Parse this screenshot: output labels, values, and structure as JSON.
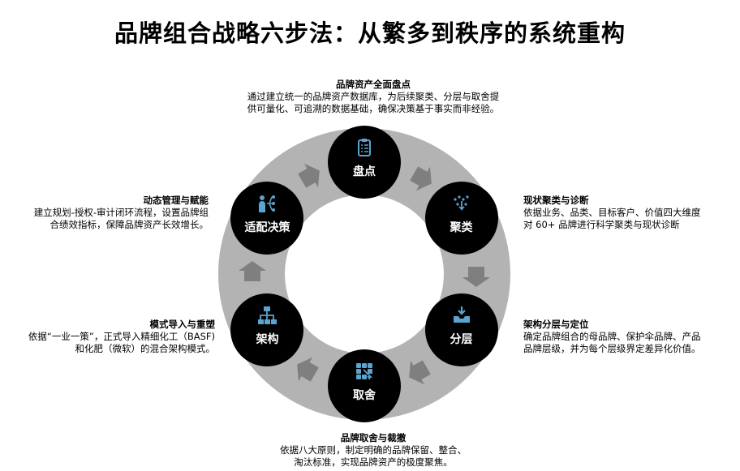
{
  "title": "品牌组合战略六步法：从繁多到秩序的系统重构",
  "accent": "#5ba3d0",
  "nodes": [
    {
      "label": "盘点",
      "icon": "clipboard-icon"
    },
    {
      "label": "聚类",
      "icon": "cluster-icon"
    },
    {
      "label": "分层",
      "icon": "inbox-download-icon"
    },
    {
      "label": "取舍",
      "icon": "grid-select-icon"
    },
    {
      "label": "架构",
      "icon": "hierarchy-icon"
    },
    {
      "label": "适配决策",
      "icon": "people-network-icon"
    }
  ],
  "descriptions": [
    {
      "heading": "品牌资产全面盘点",
      "line1": "通过建立统一的品牌资产数据库，为后续聚类、分层与取舍提",
      "line2": "供可量化、可追溯的数据基础，确保决策基于事实而非经验。"
    },
    {
      "heading": "现状聚类与诊断",
      "line1": "依据业务、品类、目标客户、价值四大维度",
      "line2": "对 60+ 品牌进行科学聚类与现状诊断"
    },
    {
      "heading": "架构分层与定位",
      "line1": "确定品牌组合的母品牌、保护伞品牌、产品",
      "line2": "品牌层级，并为每个层级界定差异化价值。"
    },
    {
      "heading": "品牌取舍与裁撤",
      "line1": "依据八大原则，制定明确的品牌保留、整合、",
      "line2": "淘汰标准，实现品牌资产的极度聚焦。"
    },
    {
      "heading": "模式导入与重塑",
      "line1": "依据“一业一策”，正式导入精细化工（BASF)",
      "line2": "和化肥（微软）的混合架构模式。"
    },
    {
      "heading": "动态管理与赋能",
      "line1": "建立规划-授权-审计闭环流程，设置品牌组",
      "line2": "合绩效指标，保障品牌资产长效增长。"
    }
  ]
}
